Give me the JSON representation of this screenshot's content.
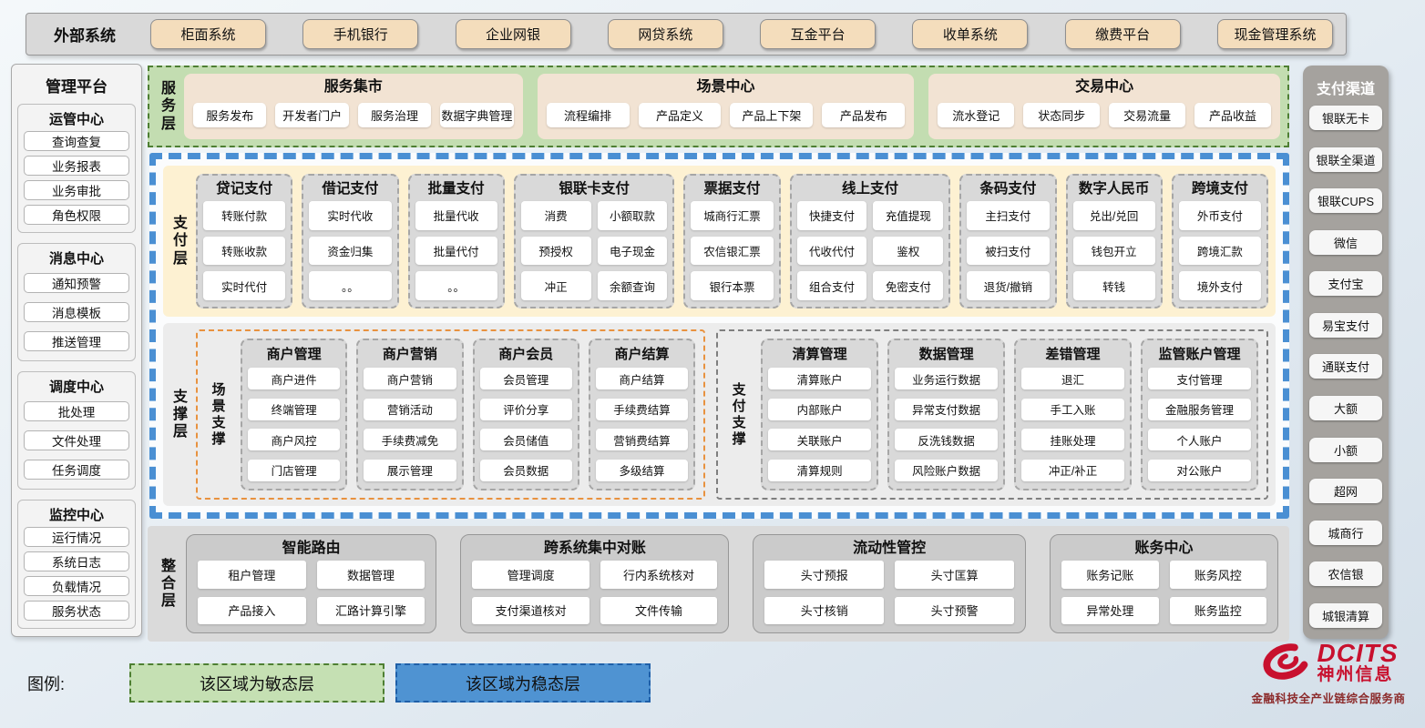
{
  "external_systems": {
    "label": "外部系统",
    "items": [
      "柜面系统",
      "手机银行",
      "企业网银",
      "网贷系统",
      "互金平台",
      "收单系统",
      "缴费平台",
      "现金管理系统"
    ]
  },
  "management_platform": {
    "title": "管理平台",
    "sections": [
      {
        "title": "运管中心",
        "items": [
          "查询查复",
          "业务报表",
          "业务审批",
          "角色权限"
        ]
      },
      {
        "title": "消息中心",
        "items": [
          "通知预警",
          "消息模板",
          "推送管理"
        ]
      },
      {
        "title": "调度中心",
        "items": [
          "批处理",
          "文件处理",
          "任务调度"
        ]
      },
      {
        "title": "监控中心",
        "items": [
          "运行情况",
          "系统日志",
          "负载情况",
          "服务状态"
        ]
      }
    ]
  },
  "service_layer": {
    "label": "服务层",
    "groups": [
      {
        "title": "服务集市",
        "items": [
          "服务发布",
          "开发者门户",
          "服务治理",
          "数据字典管理"
        ]
      },
      {
        "title": "场景中心",
        "items": [
          "流程编排",
          "产品定义",
          "产品上下架",
          "产品发布"
        ]
      },
      {
        "title": "交易中心",
        "items": [
          "流水登记",
          "状态同步",
          "交易流量",
          "产品收益"
        ]
      }
    ]
  },
  "payment_layer": {
    "label": "支付层",
    "columns": [
      {
        "title": "贷记支付",
        "items": [
          "转账付款",
          "转账收款",
          "实时代付"
        ]
      },
      {
        "title": "借记支付",
        "items": [
          "实时代收",
          "资金归集",
          "。。"
        ]
      },
      {
        "title": "批量支付",
        "items": [
          "批量代收",
          "批量代付",
          "。。"
        ]
      },
      {
        "title": "银联卡支付",
        "items": [
          "消费",
          "小额取款",
          "预授权",
          "电子现金",
          "冲正",
          "余额查询"
        ]
      },
      {
        "title": "票据支付",
        "items": [
          "城商行汇票",
          "农信银汇票",
          "银行本票"
        ]
      },
      {
        "title": "线上支付",
        "items": [
          "快捷支付",
          "充值提现",
          "代收代付",
          "鉴权",
          "组合支付",
          "免密支付"
        ]
      },
      {
        "title": "条码支付",
        "items": [
          "主扫支付",
          "被扫支付",
          "退货/撤销"
        ]
      },
      {
        "title": "数字人民币",
        "items": [
          "兑出/兑回",
          "钱包开立",
          "转钱"
        ]
      },
      {
        "title": "跨境支付",
        "items": [
          "外币支付",
          "跨境汇款",
          "境外支付"
        ]
      }
    ]
  },
  "support_layer": {
    "label": "支撑层",
    "groups": [
      {
        "label": "场景支撑",
        "columns": [
          {
            "title": "商户管理",
            "items": [
              "商户进件",
              "终端管理",
              "商户风控",
              "门店管理"
            ]
          },
          {
            "title": "商户营销",
            "items": [
              "商户营销",
              "营销活动",
              "手续费减免",
              "展示管理"
            ]
          },
          {
            "title": "商户会员",
            "items": [
              "会员管理",
              "评价分享",
              "会员储值",
              "会员数据"
            ]
          },
          {
            "title": "商户结算",
            "items": [
              "商户结算",
              "手续费结算",
              "营销费结算",
              "多级结算"
            ]
          }
        ]
      },
      {
        "label": "支付支撑",
        "columns": [
          {
            "title": "清算管理",
            "items": [
              "清算账户",
              "内部账户",
              "关联账户",
              "清算规则"
            ]
          },
          {
            "title": "数据管理",
            "items": [
              "业务运行数据",
              "异常支付数据",
              "反洗钱数据",
              "风险账户数据"
            ]
          },
          {
            "title": "差错管理",
            "items": [
              "退汇",
              "手工入账",
              "挂账处理",
              "冲正/补正"
            ]
          },
          {
            "title": "监管账户管理",
            "items": [
              "支付管理",
              "金融服务管理",
              "个人账户",
              "对公账户"
            ]
          }
        ]
      }
    ]
  },
  "integration_layer": {
    "label": "整合层",
    "groups": [
      {
        "title": "智能路由",
        "items": [
          "租户管理",
          "数据管理",
          "产品接入",
          "汇路计算引擎"
        ]
      },
      {
        "title": "跨系统集中对账",
        "items": [
          "管理调度",
          "行内系统核对",
          "支付渠道核对",
          "文件传输"
        ]
      },
      {
        "title": "流动性管控",
        "items": [
          "头寸预报",
          "头寸匡算",
          "头寸核销",
          "头寸预警"
        ]
      },
      {
        "title": "账务中心",
        "items": [
          "账务记账",
          "账务风控",
          "异常处理",
          "账务监控"
        ]
      }
    ]
  },
  "payment_channels": {
    "title": "支付渠道",
    "items": [
      "银联无卡",
      "银联全渠道",
      "银联CUPS",
      "微信",
      "支付宝",
      "易宝支付",
      "通联支付",
      "大额",
      "小额",
      "超网",
      "城商行",
      "农信银",
      "城银清算"
    ]
  },
  "legend": {
    "label": "图例:",
    "agile_label": "该区域为敏态层",
    "stable_label": "该区域为稳态层"
  },
  "logo": {
    "brand": "DCITS",
    "brand_cn": "神州信息",
    "tagline": "金融科技全产业链综合服务商"
  },
  "colors": {
    "agile_green": "#c5e0b3",
    "stable_blue": "#4f93d2",
    "external_button_tan": "#f4ddbc",
    "payment_cream": "#fdf1d2",
    "column_gray": "#d9d9d9",
    "scene_support_orange": "#e8923f",
    "brand_red": "#c8102e"
  }
}
